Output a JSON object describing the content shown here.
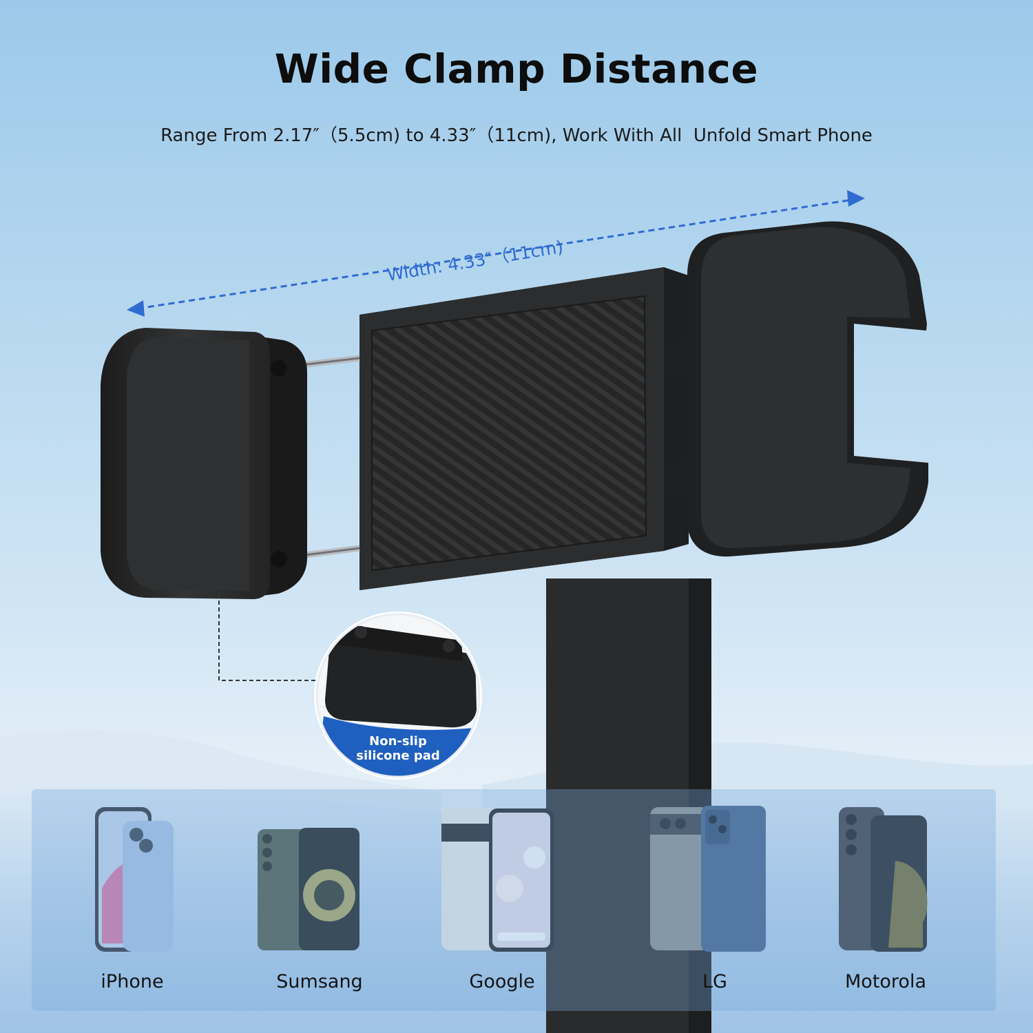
{
  "title": "Wide Clamp Distance",
  "subtitle": "Range From 2.17″（5.5cm) to 4.33″（11cm), Work With All  Unfold Smart Phone",
  "dimension": {
    "label": "Width: 4.33″（11cm)"
  },
  "callout": {
    "line1": "Non-slip",
    "line2": "silicone pad"
  },
  "phones": [
    {
      "label": "iPhone"
    },
    {
      "label": "Sumsang"
    },
    {
      "label": "Google"
    },
    {
      "label": "LG"
    },
    {
      "label": "Motorola"
    }
  ],
  "colors": {
    "accent": "#2f6bd0",
    "badge": "#1f5fc0",
    "device": "#2a2a2b"
  }
}
